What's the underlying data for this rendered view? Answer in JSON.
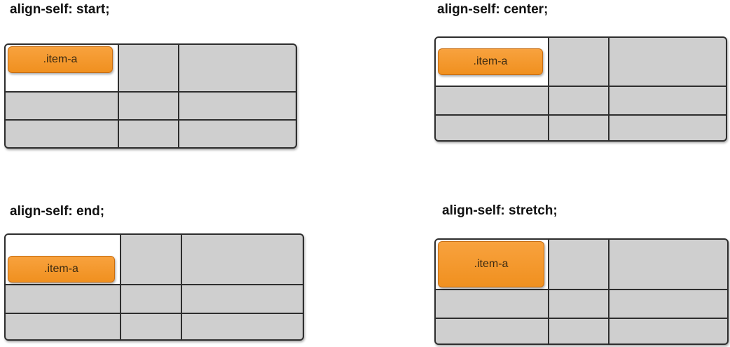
{
  "panels": [
    {
      "title": "align-self: start;",
      "item_label": ".item-a",
      "align_value": "start"
    },
    {
      "title": "align-self: center;",
      "item_label": ".item-a",
      "align_value": "center"
    },
    {
      "title": "align-self: end;",
      "item_label": ".item-a",
      "align_value": "end"
    },
    {
      "title": "align-self: stretch;",
      "item_label": ".item-a",
      "align_value": "stretch"
    }
  ],
  "grid": {
    "rows": 3,
    "columns": 3
  },
  "colors": {
    "item_fill": "#f0901f",
    "cell_fill": "#cfcfcf",
    "grid_line": "#2e2e2e",
    "host_cell": "#ffffff"
  }
}
